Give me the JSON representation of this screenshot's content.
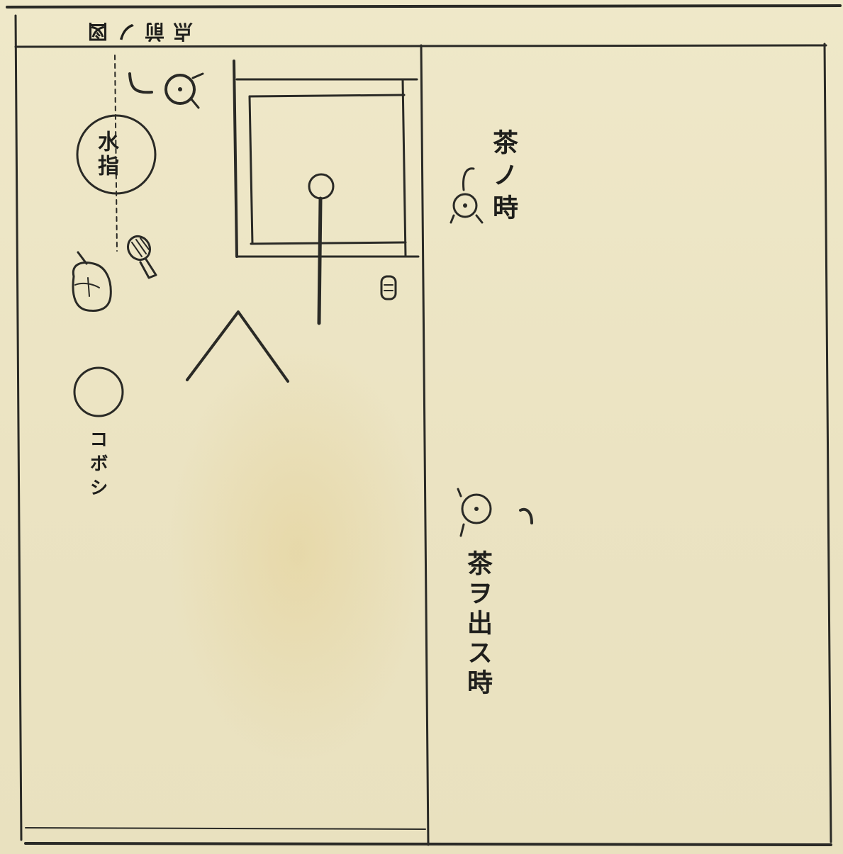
{
  "header": {
    "caption": "点前ノ図"
  },
  "left_panel": {
    "mizusashi_label": "水指",
    "kobosi_label": "コボシ"
  },
  "right_panel": {
    "cha_time_label": "茶ノ時",
    "cha_dasu_time_label": "茶ヲ出ス時"
  },
  "colors": {
    "paper": "#ece4c4",
    "ink": "#2a2a26"
  },
  "icons": [
    "ladle-icon",
    "tea-bowl-icon",
    "tea-whisk-icon",
    "scoop-icon",
    "caddy-icon"
  ]
}
